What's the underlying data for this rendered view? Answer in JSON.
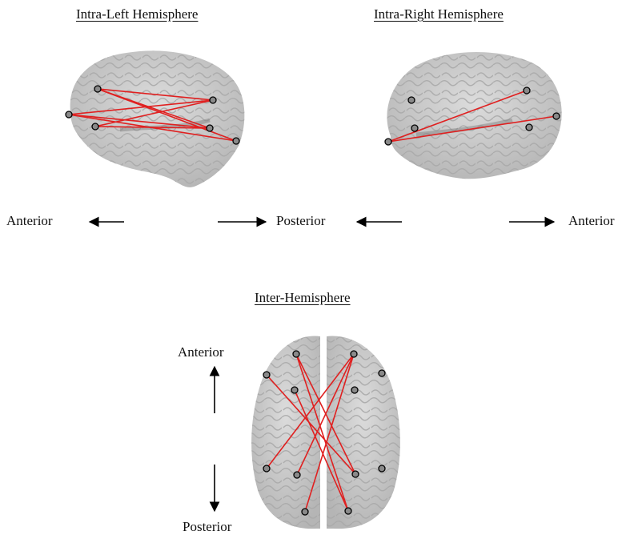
{
  "titles": {
    "left": "Intra-Left Hemisphere",
    "right": "Intra-Right Hemisphere",
    "inter": "Inter-Hemisphere"
  },
  "directions": {
    "anterior_left": "Anterior",
    "posterior_center": "Posterior",
    "anterior_right": "Anterior",
    "anterior_top": "Anterior",
    "posterior_bottom": "Posterior"
  },
  "colors": {
    "connection": "#e02020",
    "brain": "#c9c9c9",
    "node_fill": "#8a8a8a",
    "node_stroke": "#000000"
  }
}
